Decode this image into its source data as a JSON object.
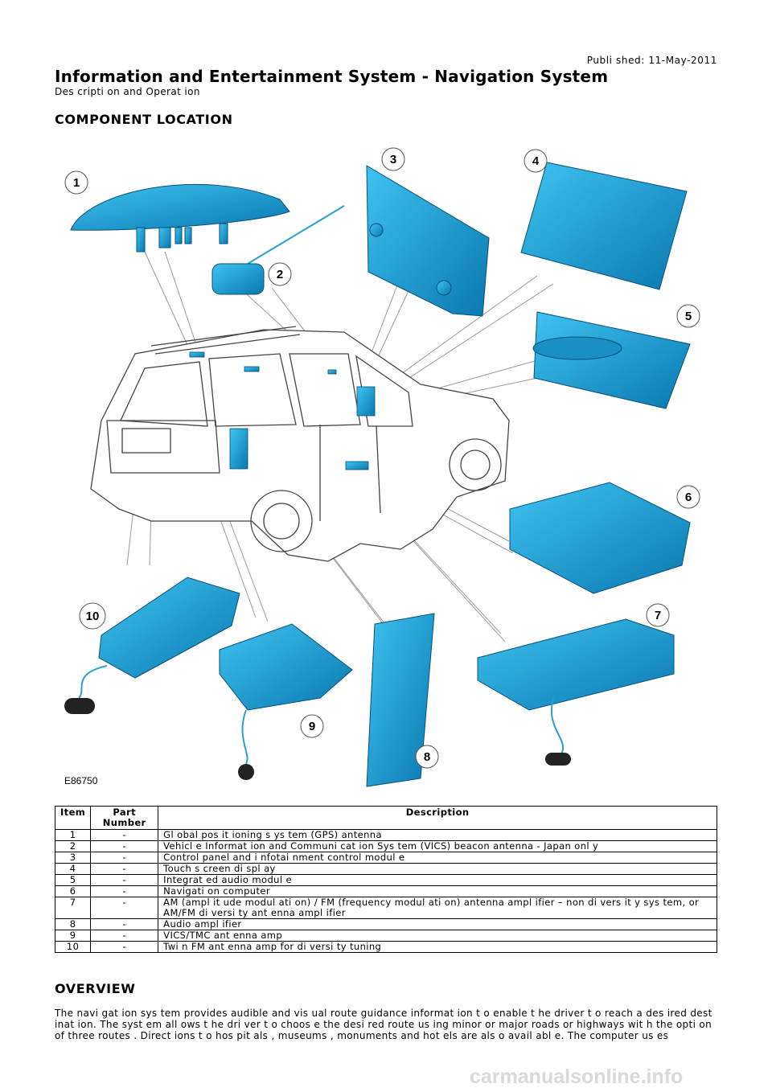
{
  "header": {
    "published": "Publi shed: 11-May-2011",
    "title": "Information and Entertainment System - Navigation System",
    "subtitle": "Des cripti on and Operat ion"
  },
  "sections": {
    "component_location": "COMPONENT LOCATION",
    "overview": "OVERVIEW"
  },
  "figure": {
    "id": "E86750",
    "callouts": [
      "1",
      "2",
      "3",
      "4",
      "5",
      "6",
      "7",
      "8",
      "9",
      "10"
    ],
    "part_color": "#1a9fd6"
  },
  "table": {
    "headers": [
      "Item",
      "Part Number",
      "Description"
    ],
    "rows": [
      {
        "item": "1",
        "part": "-",
        "desc": "Gl obal pos it ioning s ys tem (GPS) antenna"
      },
      {
        "item": "2",
        "part": "-",
        "desc": "Vehicl e Informat ion and Communi cat ion Sys tem (VICS) beacon antenna - Japan onl y"
      },
      {
        "item": "3",
        "part": "-",
        "desc": "Control panel and i nfotai nment control modul e"
      },
      {
        "item": "4",
        "part": "-",
        "desc": "Touch s creen di spl ay"
      },
      {
        "item": "5",
        "part": "-",
        "desc": "Integrat ed audio modul e"
      },
      {
        "item": "6",
        "part": "-",
        "desc": "Navigati on computer"
      },
      {
        "item": "7",
        "part": "-",
        "desc": "AM (ampl it ude modul ati on) / FM (frequency modul ati on) antenna ampl ifier – non di vers it y sys tem, or AM/FM di versi ty ant enna ampl ifier"
      },
      {
        "item": "8",
        "part": "-",
        "desc": "Audio ampl ifier"
      },
      {
        "item": "9",
        "part": "-",
        "desc": "VICS/TMC ant enna amp"
      },
      {
        "item": "10",
        "part": "-",
        "desc": "Twi n FM ant enna amp for di versi ty tuning"
      }
    ]
  },
  "overview": {
    "text": "The navi gat ion sys tem provides audible and vis ual route guidance informat ion t o enable t he driver t o reach a des ired dest inat ion. The syst em all ows t he dri ver t o choos e the desi red route us ing minor or major roads or highways wit h the opti on of three routes . Direct ions t o hos pit als , museums , monuments and hot els are als o avail abl e. The computer us es"
  },
  "watermark": "carmanualsonline.info"
}
